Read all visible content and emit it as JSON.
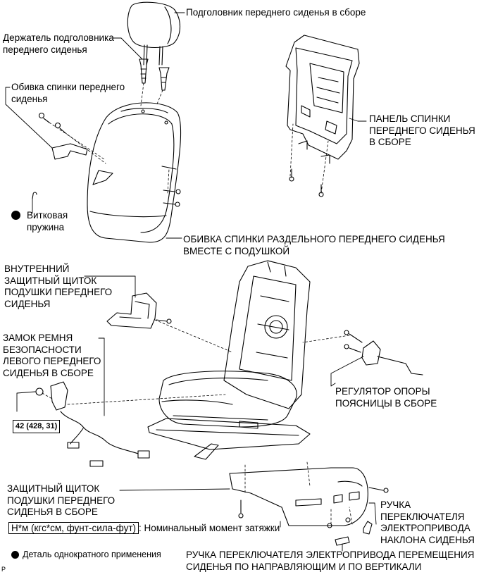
{
  "labels": {
    "headrest": "Подголовник переднего сиденья в сборе",
    "headrest_holder": "Держатель подголовника\nпереднего сиденья",
    "seatback_cover_trim": "Обивка спинки переднего\nсиденья",
    "coil_spring": "Витковая\nпружина",
    "back_panel": "ПАНЕЛЬ СПИНКИ\nПЕРЕДНЕГО СИДЕНЬЯ\nВ СБОРЕ",
    "separate_back_cover": "ОБИВКА СПИНКИ РАЗДЕЛЬНОГО ПЕРЕДНЕГО СИДЕНЬЯ\nВМЕСТЕ С ПОДУШКОЙ",
    "inner_shield": "ВНУТРЕННИЙ\nЗАЩИТНЫЙ ЩИТОК\nПОДУШКИ ПЕРЕДНЕГО\nСИДЕНЬЯ",
    "seat_belt_buckle": "ЗАМОК РЕМНЯ\nБЕЗОПАСНОСТИ\nЛЕВОГО ПЕРЕДНЕГО\nСИДЕНЬЯ В СБОРЕ",
    "lumbar_support": "РЕГУЛЯТОР ОПОРЫ\nПОЯСНИЦЫ В СБОРЕ",
    "cushion_shield": "ЗАЩИТНЫЙ ЩИТОК\nПОДУШКИ ПЕРЕДНЕГО\nСИДЕНЬЯ В СБОРЕ",
    "recline_knob": "РУЧКА\nПЕРЕКЛЮЧАТЕЛЯ\nЭЛЕКТРОПРИВОДА\nНАКЛОНА СИДЕНЬЯ",
    "slide_vertical_knob": "РУЧКА ПЕРЕКЛЮЧАТЕЛЯ ЭЛЕКТРОПРИВОДА ПЕРЕМЕЩЕНИЯ\nСИДЕНЬЯ ПО НАПРАВЛЯЮЩИМ И ПО ВЕРТИКАЛИ"
  },
  "torque": {
    "value": "42 (428, 31)",
    "unit_box": "Н*м (кгс*см, фунт-сила-фут)",
    "unit_text": ": Номинальный момент затяжки"
  },
  "legend": {
    "non_reusable": "Деталь однократного применения"
  },
  "corner_mark": "P"
}
